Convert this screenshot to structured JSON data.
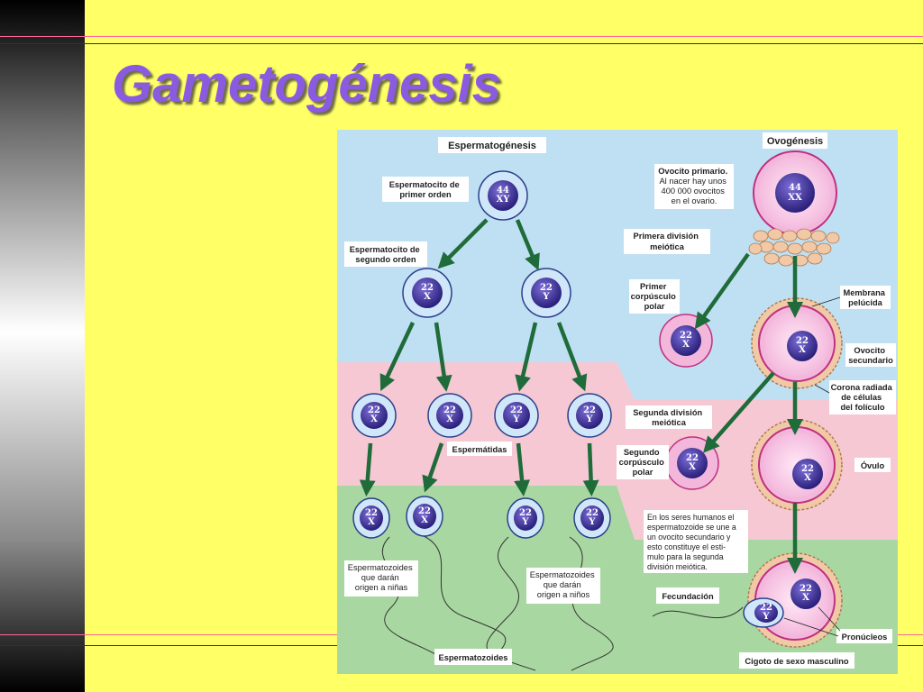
{
  "slide": {
    "title": "Gametogénesis",
    "colors": {
      "background": "#ffff66",
      "title": "#8a5be0",
      "rule_pink": "#ff6699",
      "arrow": "#1f6b3a"
    }
  },
  "diagram": {
    "sections": {
      "spermatogenesis": "Espermatogénesis",
      "oogenesis": "Ovogénesis"
    },
    "labels": {
      "primary_spermatocyte": [
        "Espermatocito de",
        "primer orden"
      ],
      "secondary_spermatocyte": [
        "Espermatocito de",
        "segundo orden"
      ],
      "spermatids": "Espermátidas",
      "sperm_girls": [
        "Espermatozoides",
        "que darán",
        "origen a niñas"
      ],
      "sperm_boys": [
        "Espermatozoides",
        "que darán",
        "origen a niños"
      ],
      "spermatozoa": "Espermatozoides",
      "primary_oocyte": [
        "Ovocito primario.",
        "Al nacer hay unos",
        "400 000 ovocitos",
        "en el ovario."
      ],
      "first_division": [
        "Primera división",
        "meiótica"
      ],
      "first_polar_body": [
        "Primer",
        "corpúsculo",
        "polar"
      ],
      "zona_pellucida": [
        "Membrana",
        "pelúcida"
      ],
      "secondary_oocyte": [
        "Ovocito",
        "secundario"
      ],
      "corona_radiata": [
        "Corona radiada",
        "de células",
        "del folículo"
      ],
      "second_division": [
        "Segunda división",
        "meiótica"
      ],
      "second_polar_body": [
        "Segundo",
        "corpúsculo",
        "polar"
      ],
      "ovum": "Óvulo",
      "note": [
        "En los seres humanos el",
        "espermatozoide se une a",
        "un ovocito secundario y",
        "esto constituye el esti-",
        "mulo para la segunda",
        "división meiótica."
      ],
      "fertilization": "Fecundación",
      "pronuclei": "Pronúcleos",
      "zygote": "Cigoto de sexo masculino"
    },
    "chromosomes": {
      "primary_spermatocyte": [
        "44",
        "XY"
      ],
      "secondary_x": [
        "22",
        "X"
      ],
      "secondary_y": [
        "22",
        "Y"
      ],
      "spermatids": [
        [
          "22",
          "X"
        ],
        [
          "22",
          "X"
        ],
        [
          "22",
          "Y"
        ],
        [
          "22",
          "Y"
        ]
      ],
      "sperm": [
        [
          "22",
          "X"
        ],
        [
          "22",
          "X"
        ],
        [
          "22",
          "Y"
        ],
        [
          "22",
          "Y"
        ]
      ],
      "primary_oocyte": [
        "44",
        "XX"
      ],
      "first_polar_body": [
        "22",
        "X"
      ],
      "secondary_oocyte": [
        "22",
        "X"
      ],
      "second_polar_body": [
        "22",
        "X"
      ],
      "ovum": [
        "22",
        "X"
      ],
      "zygote_female": [
        "22",
        "X"
      ],
      "zygote_male": [
        "22",
        "Y"
      ]
    }
  }
}
